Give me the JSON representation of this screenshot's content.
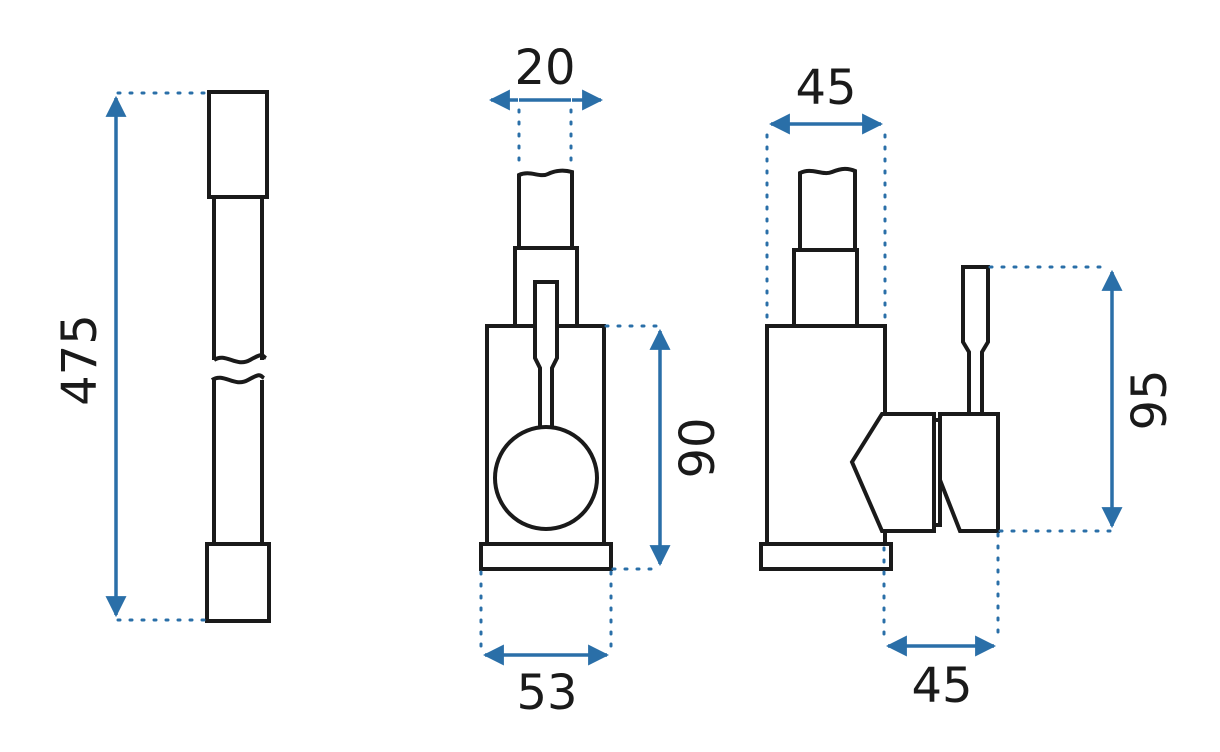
{
  "colors": {
    "outline": "#1a1a1a",
    "dimension": "#2a6fa8",
    "guide": "#2a6fa8",
    "background": "#ffffff"
  },
  "dimensions": {
    "hose_length": "475",
    "spout_diameter": "20",
    "front_body_height": "90",
    "base_width": "53",
    "side_body_width": "45",
    "lever_height": "95",
    "handle_projection": "45"
  }
}
